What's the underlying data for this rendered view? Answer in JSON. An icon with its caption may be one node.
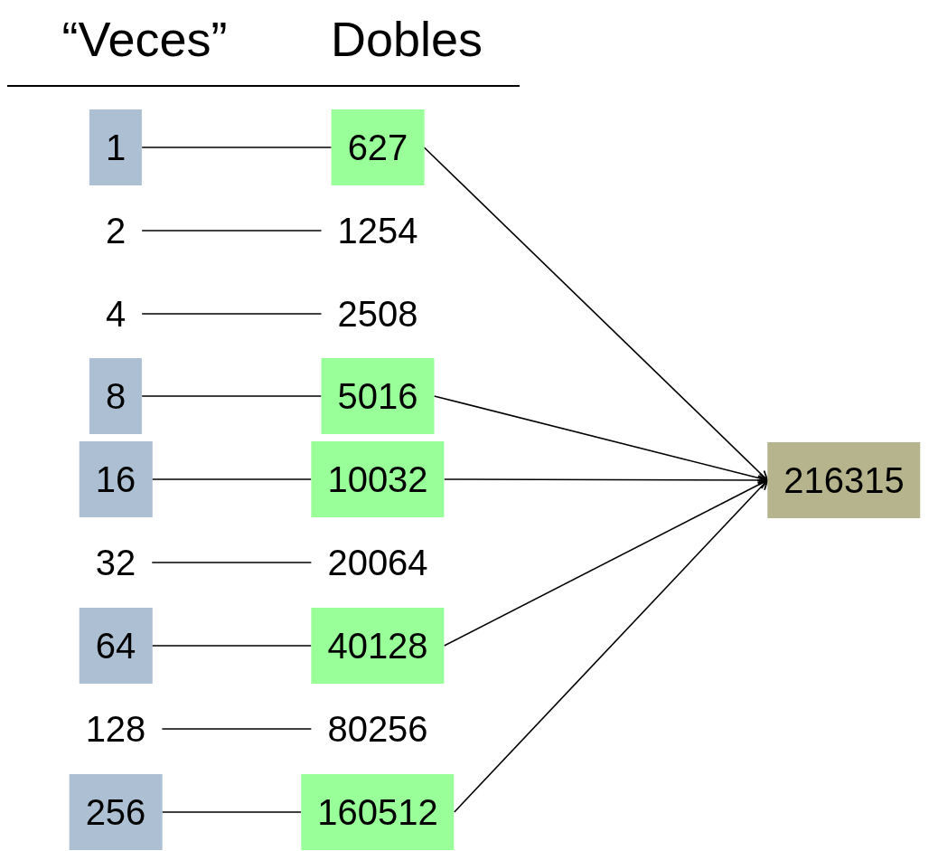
{
  "diagram": {
    "nodes": [
      {
        "text": [
          "1"
        ]
      },
      {
        "text": [
          "627"
        ]
      },
      {
        "text": [
          "2"
        ]
      },
      {
        "text": [
          "1254"
        ]
      },
      {
        "text": [
          "4"
        ]
      },
      {
        "text": [
          "2508"
        ]
      },
      {
        "text": [
          "8"
        ]
      },
      {
        "text": [
          "5016"
        ]
      },
      {
        "text": [
          "16"
        ]
      },
      {
        "text": [
          "10032"
        ]
      },
      {
        "text": [
          "32"
        ]
      },
      {
        "text": [
          "20064"
        ]
      },
      {
        "text": [
          "64"
        ]
      },
      {
        "text": [
          "40128"
        ]
      },
      {
        "text": [
          "128"
        ]
      },
      {
        "text": [
          "80256"
        ]
      },
      {
        "text": [
          "256"
        ]
      },
      {
        "text": [
          "160512"
        ]
      },
      {
        "text": [
          "216315"
        ]
      }
    ],
    "edges": [
      {
        "from": 0,
        "to": 1,
        "arrow": "none"
      },
      {
        "from": 2,
        "to": 3,
        "arrow": "none"
      },
      {
        "from": 4,
        "to": 5,
        "arrow": "none"
      },
      {
        "from": 6,
        "to": 7,
        "arrow": "none"
      },
      {
        "from": 8,
        "to": 9,
        "arrow": "none"
      },
      {
        "from": 10,
        "to": 11,
        "arrow": "none"
      },
      {
        "from": 12,
        "to": 13,
        "arrow": "none"
      },
      {
        "from": 14,
        "to": 15,
        "arrow": "none"
      },
      {
        "from": 16,
        "to": 17,
        "arrow": "none"
      },
      {
        "from": 1,
        "to": 18,
        "arrow": "to"
      },
      {
        "from": 7,
        "to": 18,
        "arrow": "to"
      },
      {
        "from": 9,
        "to": 18,
        "arrow": "to"
      },
      {
        "from": 13,
        "to": 18,
        "arrow": "to"
      },
      {
        "from": 17,
        "to": 18,
        "arrow": "to"
      }
    ],
    "labels": [
      "“Veces”",
      "Dobles"
    ]
  }
}
